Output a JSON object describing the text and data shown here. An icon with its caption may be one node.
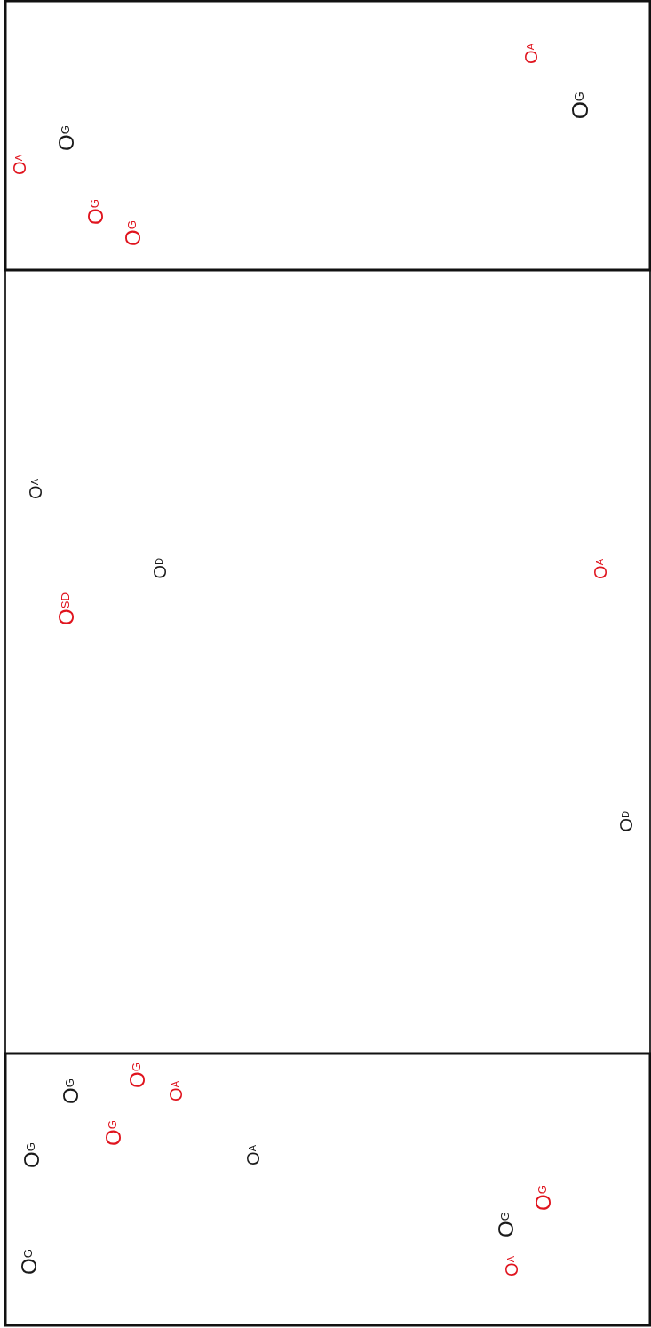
{
  "diagram": {
    "labels": [
      "O$_{A}$",
      "O$_{G}$",
      "O$_{G}$",
      "O$_{A}$",
      "O$_{G}$",
      "O$_{G}$",
      "O$_{A}$",
      "O$_{D}$",
      "O$_{A}$",
      "O$_{SD}$",
      "O$_{D}$",
      "O$_{G}$",
      "O$_{G}$",
      "O$_{A}$",
      "O$_{G}$",
      "O$_{G}$",
      "O$_{A}$",
      "O$_{G}$",
      "O$_{G}$",
      "O$_{G}$",
      "O$_{A}$"
    ]
  }
}
